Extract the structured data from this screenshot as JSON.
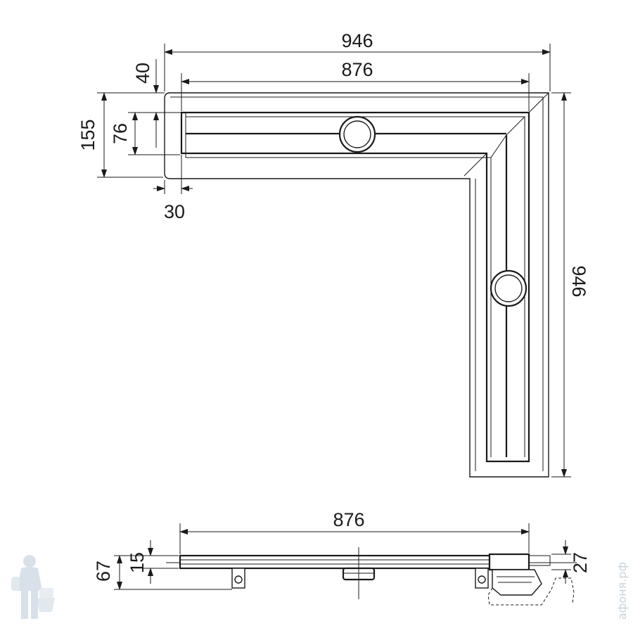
{
  "plan_view": {
    "overall_width": "946",
    "inner_width": "876",
    "offset_top": "40",
    "frame_depth": "155",
    "channel_width": "76",
    "offset_left": "30",
    "overall_height": "946"
  },
  "section_view": {
    "channel_length": "876",
    "total_height": "67",
    "channel_height": "15",
    "outlet_height": "27"
  },
  "watermark": {
    "site": "афоня.рф",
    "icon": "plumber-mascot-icon"
  }
}
